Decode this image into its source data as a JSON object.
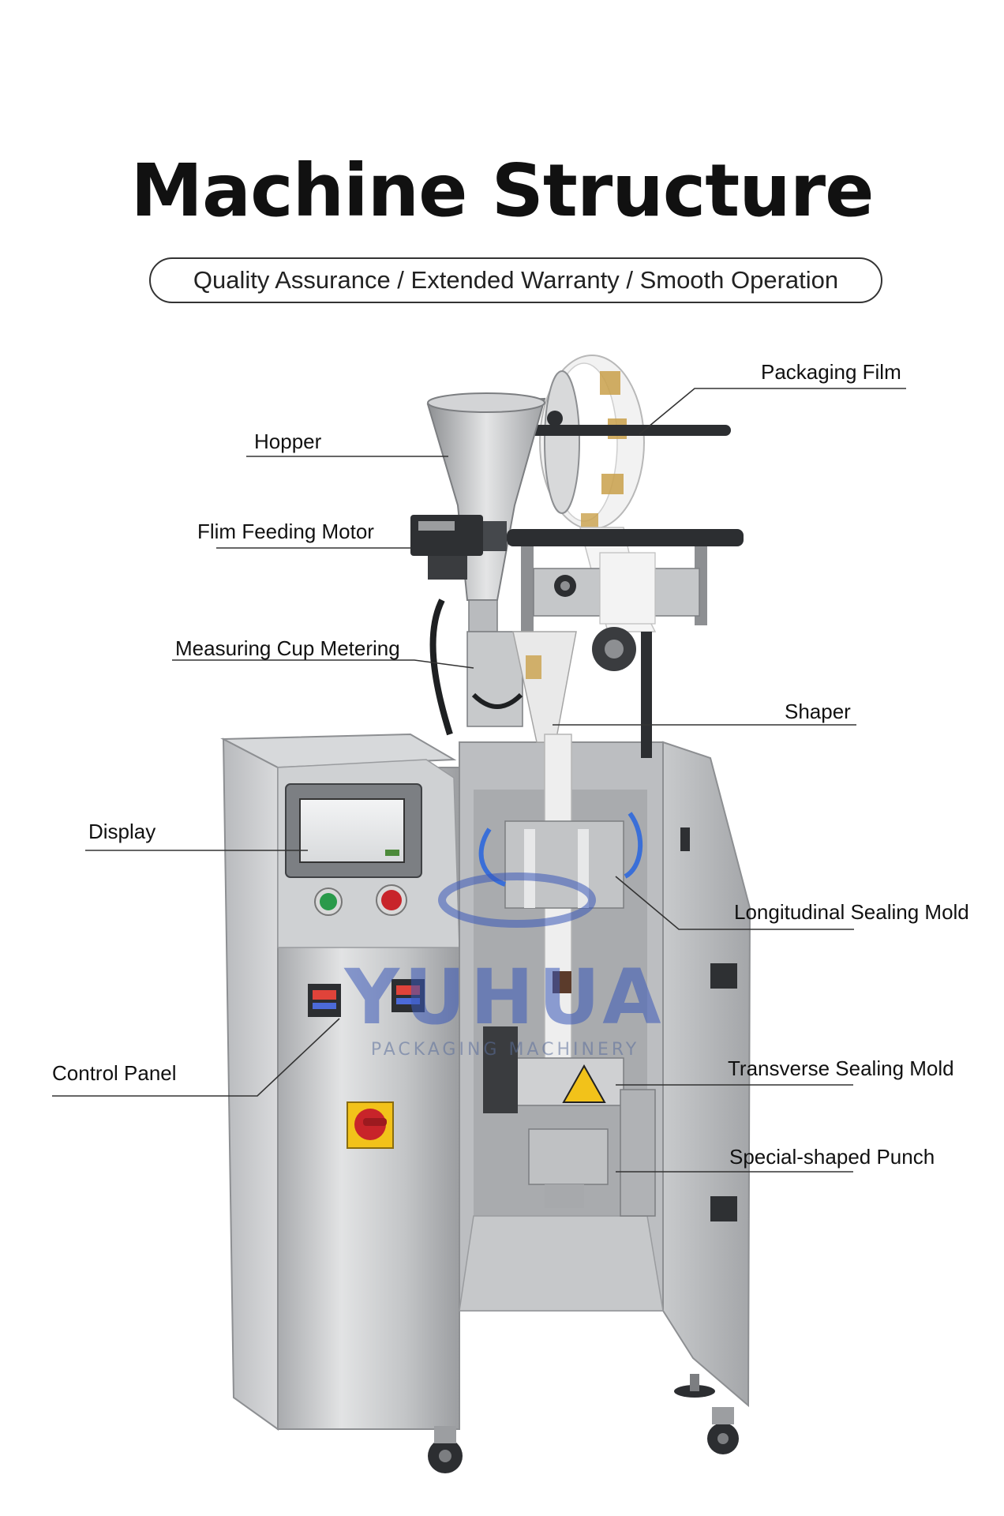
{
  "header": {
    "title": "Machine Structure",
    "tagline": "Quality Assurance / Extended Warranty / Smooth Operation"
  },
  "labels": {
    "packaging_film": "Packaging Film",
    "hopper": "Hopper",
    "film_feeding_motor": "Flim Feeding Motor",
    "measuring_cup": "Measuring Cup Metering",
    "shaper": "Shaper",
    "display": "Display",
    "longitudinal_sealing": "Longitudinal Sealing Mold",
    "control_panel": "Control Panel",
    "transverse_sealing": "Transverse Sealing Mold",
    "special_punch": "Special-shaped Punch"
  },
  "watermark": {
    "brand": "YUHUA",
    "sub": "PACKAGING MACHINERY"
  },
  "colors": {
    "steel": "#c9cbcd",
    "steel_dark": "#9a9c9f",
    "steel_light": "#e6e7e8",
    "watermark": "#3a58b8",
    "green_button": "#2a9a4a",
    "red_button": "#c8242a",
    "switch_yellow": "#f2c21a"
  }
}
